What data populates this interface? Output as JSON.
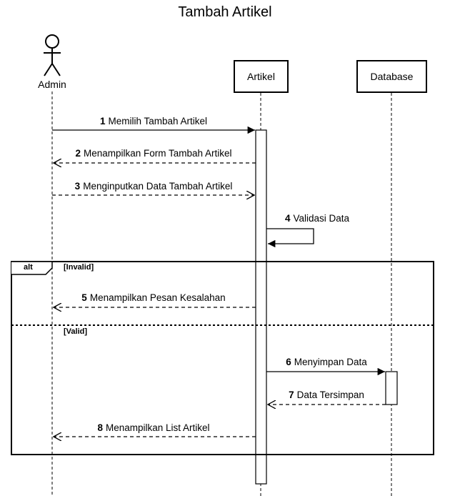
{
  "title": "Tambah Artikel",
  "participants": {
    "actor": "Admin",
    "artikel": "Artikel",
    "database": "Database"
  },
  "messages": [
    {
      "num": "1",
      "text": "Memilih Tambah Artikel"
    },
    {
      "num": "2",
      "text": "Menampilkan Form Tambah Artikel"
    },
    {
      "num": "3",
      "text": "Menginputkan Data Tambah Artikel"
    },
    {
      "num": "4",
      "text": "Validasi Data"
    },
    {
      "num": "5",
      "text": "Menampilkan Pesan Kesalahan"
    },
    {
      "num": "6",
      "text": "Menyimpan Data"
    },
    {
      "num": "7",
      "text": "Data Tersimpan"
    },
    {
      "num": "8",
      "text": "Menampilkan List Artikel"
    }
  ],
  "alt_frame": {
    "tag": "alt",
    "guard_1": "[Invalid]",
    "guard_2": "[Valid]"
  }
}
